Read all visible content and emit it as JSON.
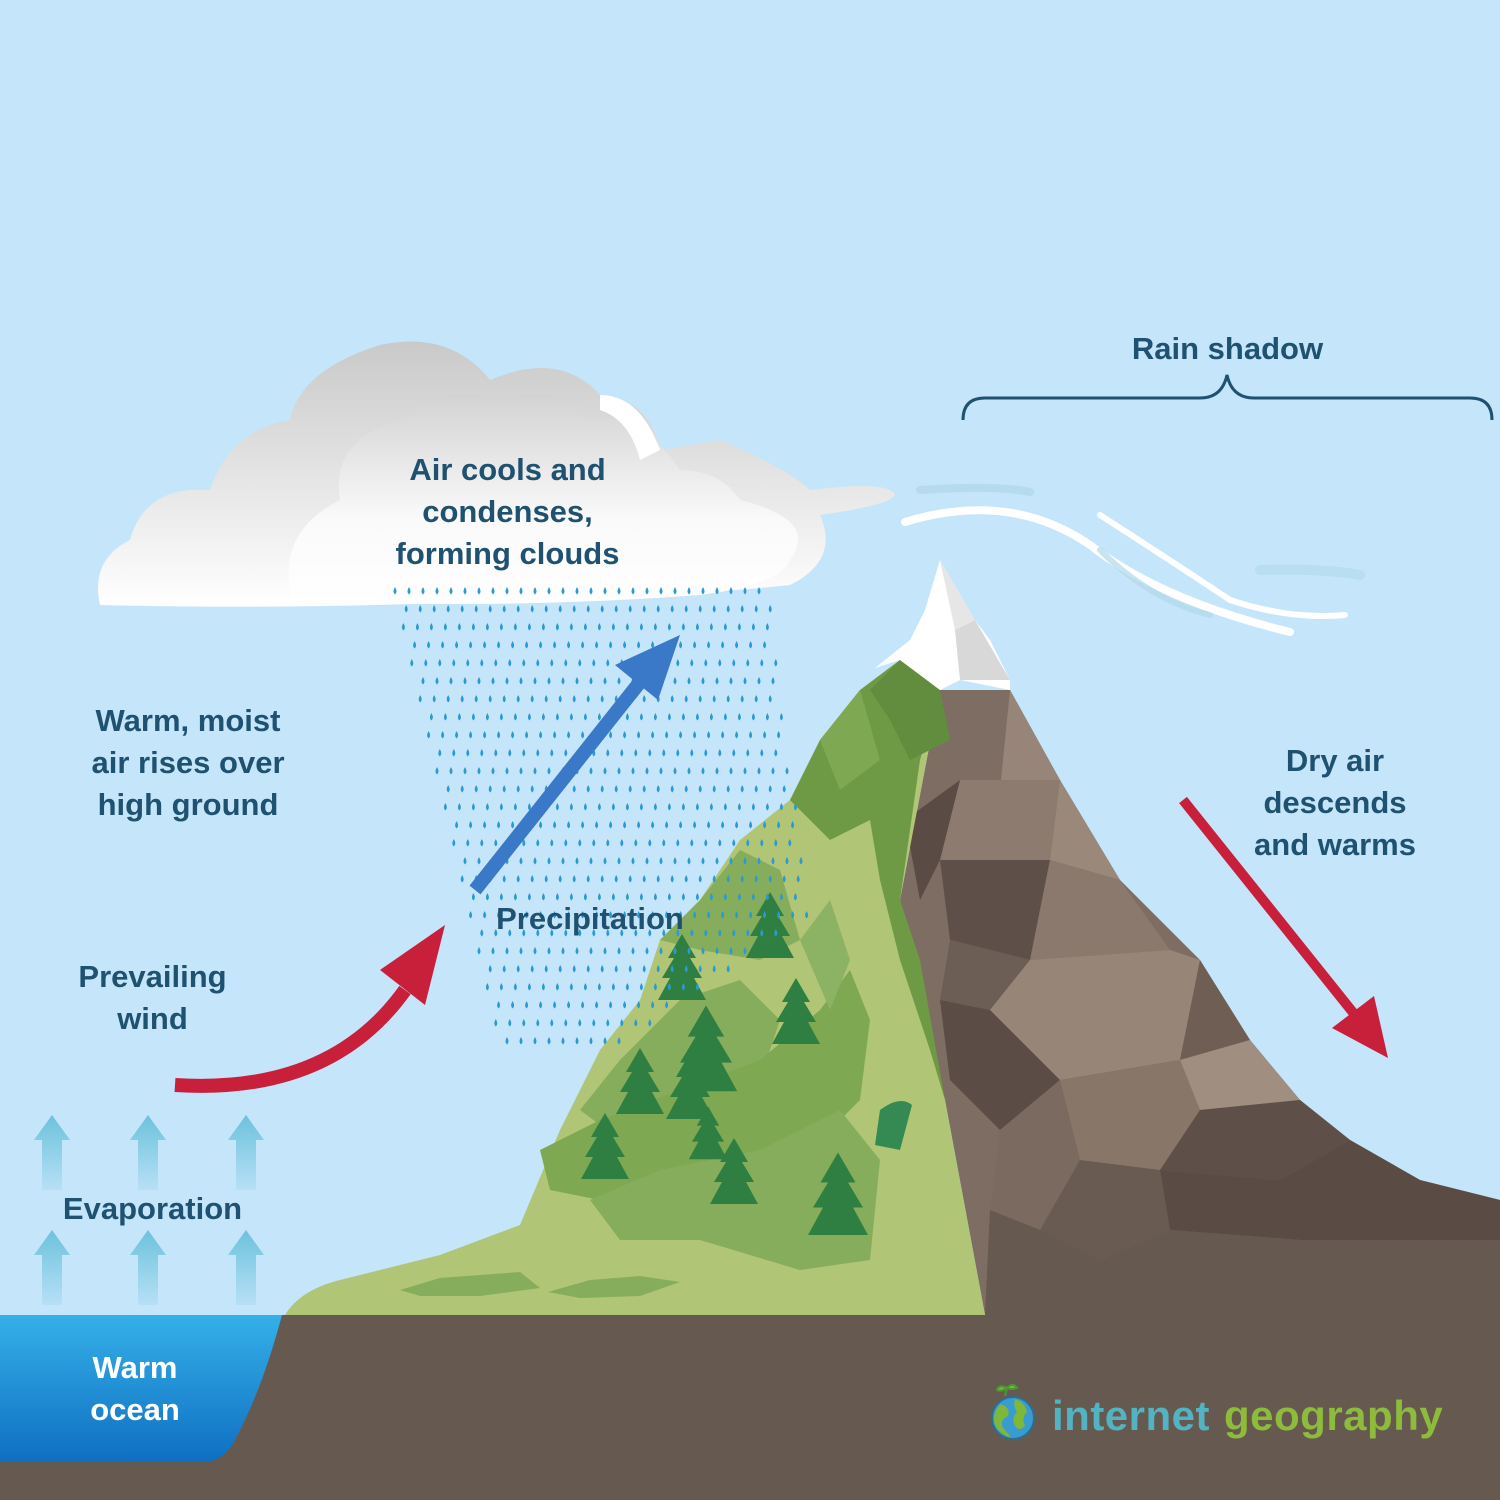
{
  "labels": {
    "rain_shadow": "Rain shadow",
    "clouds": "Air cools and\ncondenses,\nforming clouds",
    "rises": "Warm, moist\nair rises over\nhigh ground",
    "dry_air": "Dry air\ndescends\nand warms",
    "precipitation": "Precipitation",
    "prevailing_wind": "Prevailing\nwind",
    "evaporation": "Evaporation",
    "ocean": "Warm\nocean"
  },
  "brand": {
    "word1": "internet",
    "word2": "geography",
    "icon": "globe-icon"
  },
  "colors": {
    "sky": "#c5e5fb",
    "label_text": "#1f5170",
    "red_arrow": "#c8203a",
    "blue_arrow": "#3a78c8",
    "evaporation_arrow": "#6cc2dc",
    "rain": "#2a9ad2",
    "ocean": "#1a96d8",
    "ground": "#665950",
    "grass_light": "#b0c575",
    "grass_mid": "#86ad5c",
    "grass_dark": "#6e9a46",
    "tree": "#2f7f42",
    "rock": "#8c7b6e",
    "snow": "#ffffff"
  }
}
